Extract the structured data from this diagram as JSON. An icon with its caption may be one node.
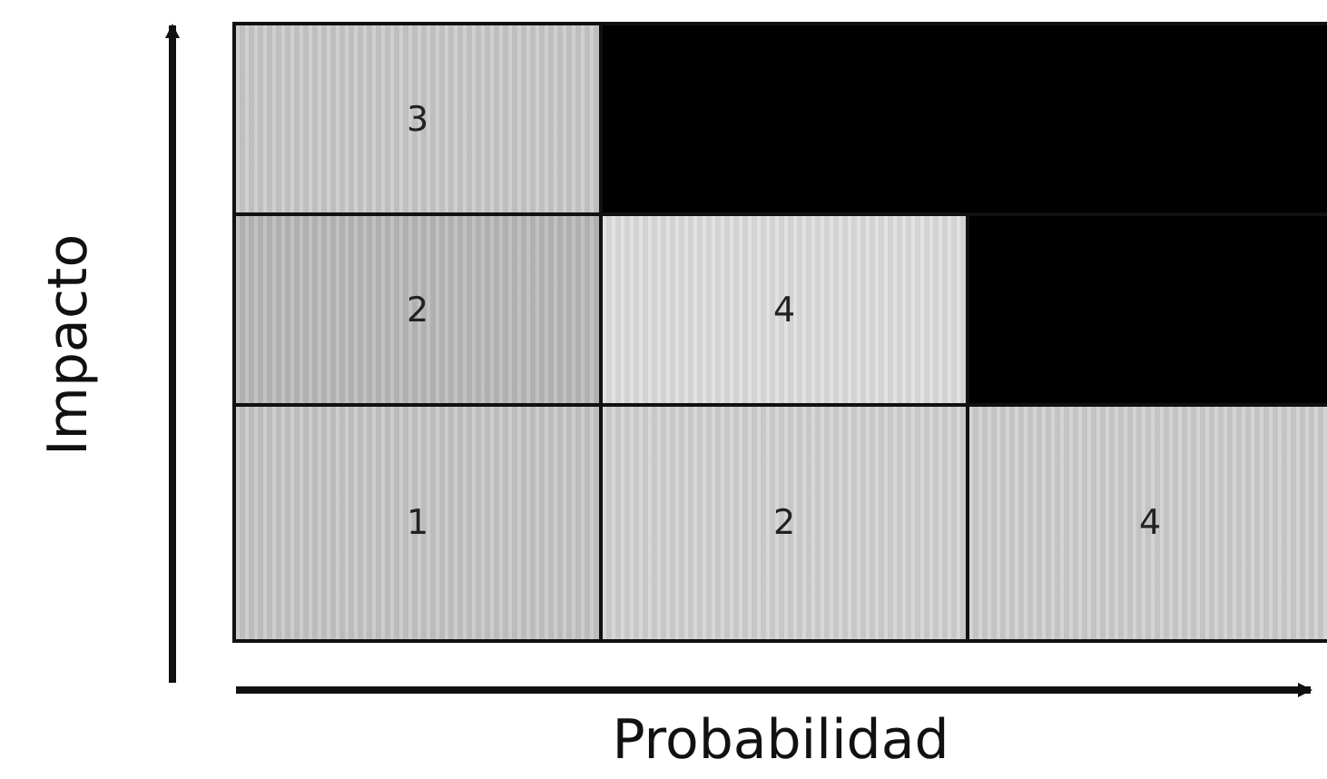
{
  "diagram": {
    "nodes": [
      {
        "text": [
          "3"
        ]
      },
      {
        "text": [],
        "shape": "box"
      },
      {
        "text": [
          "2"
        ]
      },
      {
        "text": [
          "4"
        ]
      },
      {
        "text": [],
        "shape": "box"
      },
      {
        "text": [
          "1"
        ]
      },
      {
        "text": [
          "2"
        ]
      },
      {
        "text": [
          "4"
        ]
      }
    ],
    "labels": [
      "Impacto",
      "Probabilidad"
    ]
  }
}
